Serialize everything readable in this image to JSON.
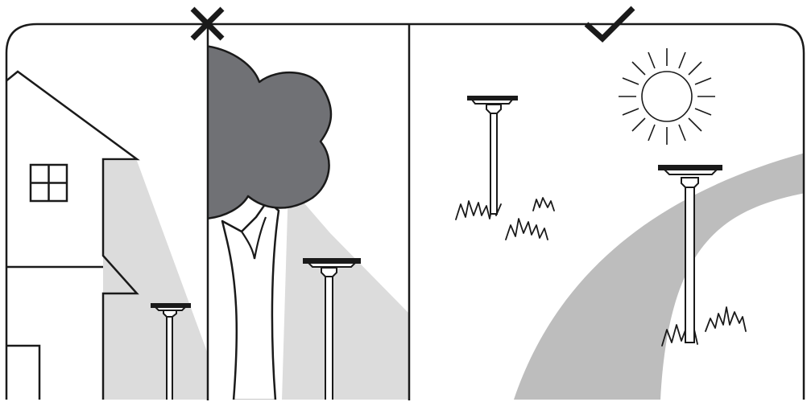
{
  "figure": {
    "panels": [
      {
        "id": "bad-placement",
        "status": "incorrect",
        "status_icon": "cross-icon"
      },
      {
        "id": "good-placement",
        "status": "correct",
        "status_icon": "check-icon"
      }
    ],
    "colors": {
      "outline": "#1a1a1a",
      "shadow": "#dcdcdc",
      "tree_canopy": "#707175",
      "path": "#bdbdbd",
      "background": "#ffffff"
    }
  }
}
